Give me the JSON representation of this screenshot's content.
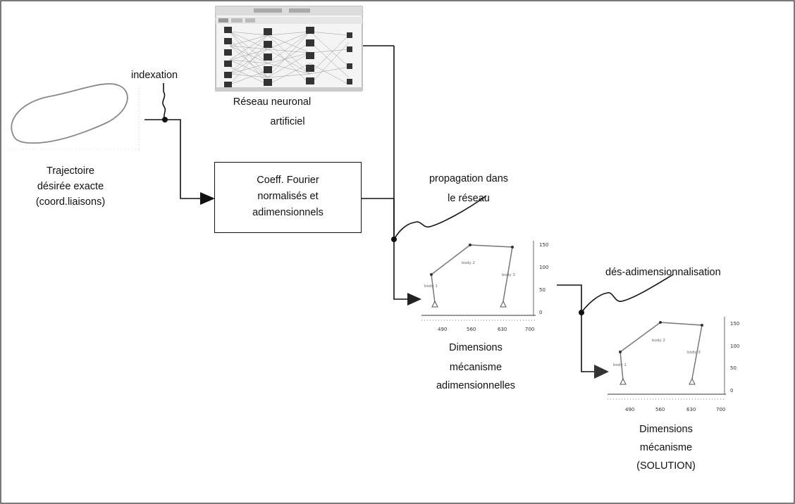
{
  "labels": {
    "indexation": "indexation",
    "reseau_1": "Réseau neuronal",
    "reseau_2": "artificiel",
    "trajectoire_1": "Trajectoire",
    "trajectoire_2": "désirée exacte",
    "trajectoire_3": "(coord.liaisons)",
    "propagation_1": "propagation dans",
    "propagation_2": "le réseau",
    "dim_adim_1": "Dimensions",
    "dim_adim_2": "mécanisme",
    "dim_adim_3": "adimensionnelles",
    "desadim": "dés-adimensionnalisation",
    "dim_sol_1": "Dimensions",
    "dim_sol_2": "mécanisme",
    "dim_sol_3": "(SOLUTION)"
  },
  "fourier_box": {
    "line1": "Coeff. Fourier",
    "line2": "normalisés et",
    "line3": "adimensionnels"
  },
  "mechanism_plot": {
    "x_ticks": [
      "490",
      "560",
      "630",
      "700"
    ],
    "y_ticks": [
      "150",
      "100",
      "50",
      "0"
    ],
    "annotations": [
      "body 1",
      "body 2",
      "body 3"
    ]
  }
}
